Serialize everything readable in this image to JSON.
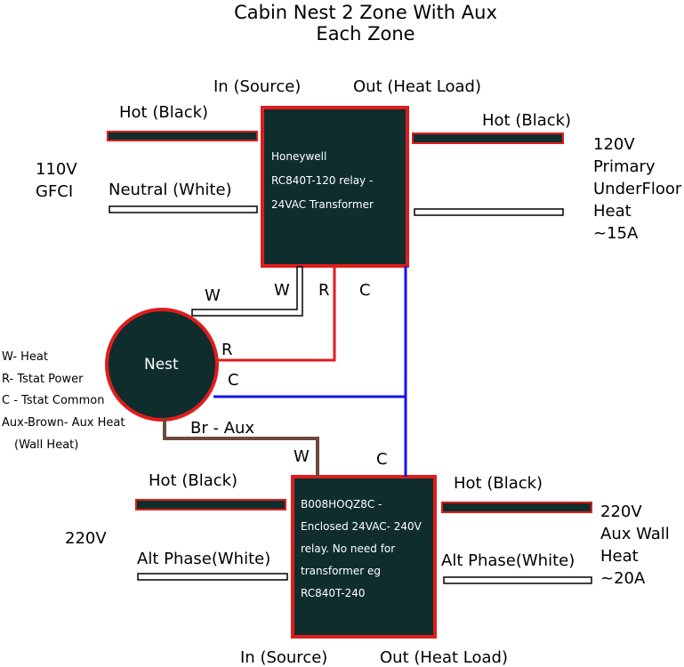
{
  "title": {
    "line1": "Cabin Nest 2 Zone With Aux",
    "line2": "Each Zone"
  },
  "top_relay": {
    "in_label": "In (Source)",
    "out_label": "Out (Heat Load)",
    "lines": [
      "Honeywell",
      "RC840T-120 relay -",
      "24VAC Transformer"
    ],
    "terminal_w": "W",
    "terminal_r": "R",
    "terminal_c": "C",
    "hot_in_label": "Hot (Black)",
    "neutral_in_label": "Neutral (White)",
    "hot_out_label": "Hot (Black)",
    "source_lines": [
      "110V",
      "GFCI"
    ],
    "load_lines": [
      "120V",
      "Primary",
      "UnderFloor",
      "Heat",
      "~15A"
    ]
  },
  "nest": {
    "label": "Nest",
    "w_label": "W",
    "r_label": "R",
    "c_label": "C",
    "br_label": "Br - Aux"
  },
  "legend": {
    "lines": [
      "W- Heat",
      "R- Tstat Power",
      "C - Tstat Common",
      "Aux-Brown- Aux Heat",
      "(Wall Heat)"
    ]
  },
  "bottom_relay": {
    "in_label": "In (Source)",
    "out_label": "Out (Heat Load)",
    "lines": [
      "B008HOQZ8C -",
      "Enclosed 24VAC- 240V",
      "relay. No need for",
      "transformer eg",
      "RC840T-240"
    ],
    "terminal_w": "W",
    "terminal_c": "C",
    "hot_in_label": "Hot (Black)",
    "alt_in_label": "Alt Phase(White)",
    "hot_out_label": "Hot (Black)",
    "alt_out_label": "Alt Phase(White)",
    "source_label": "220V",
    "load_lines": [
      "220V",
      "Aux Wall",
      "Heat",
      "~20A"
    ]
  },
  "colors": {
    "box_fill": "#0f2d2d",
    "border_red": "#e01c1c",
    "wire_blue": "#1414e6",
    "wire_brown": "#6b4a3a",
    "wire_white": "#ffffff",
    "wire_black": "#0f2d2d"
  }
}
